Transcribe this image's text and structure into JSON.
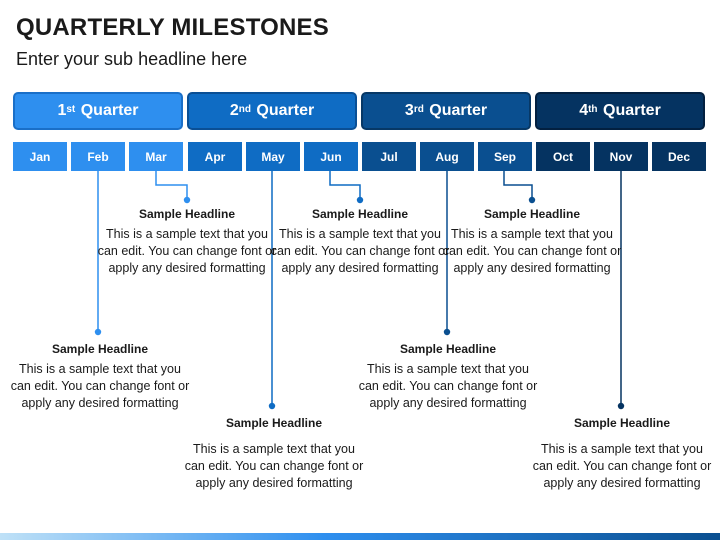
{
  "header": {
    "title": "QUARTERLY MILESTONES",
    "subtitle": "Enter your sub headline here"
  },
  "quarters": [
    {
      "num": "1",
      "sup": "st",
      "label": "Quarter"
    },
    {
      "num": "2",
      "sup": "nd",
      "label": "Quarter"
    },
    {
      "num": "3",
      "sup": "rd",
      "label": "Quarter"
    },
    {
      "num": "4",
      "sup": "th",
      "label": "Quarter"
    }
  ],
  "months": [
    "Jan",
    "Feb",
    "Mar",
    "Apr",
    "May",
    "Jun",
    "Jul",
    "Aug",
    "Sep",
    "Oct",
    "Nov",
    "Dec"
  ],
  "milestones": [
    {
      "month": "Feb",
      "headline": "Sample Headline",
      "text": "This is a sample text that you can edit. You can change font or apply any desired formatting"
    },
    {
      "month": "Mar",
      "headline": "Sample Headline",
      "text": "This is a sample text that you can edit. You can change font or apply any desired formatting"
    },
    {
      "month": "May",
      "headline": "Sample Headline",
      "text": "This is a sample text that you can edit. You can change font or apply any desired formatting"
    },
    {
      "month": "Jun",
      "headline": "Sample Headline",
      "text": "This is a sample text that you can edit. You can change font or apply any desired formatting"
    },
    {
      "month": "Aug",
      "headline": "Sample Headline",
      "text": "This is a sample text that you can edit. You can change font or apply any desired formatting"
    },
    {
      "month": "Sep",
      "headline": "Sample Headline",
      "text": "This is a sample text that you can edit. You can change font or apply any desired formatting"
    },
    {
      "month": "Nov",
      "headline": "Sample Headline",
      "text": "This is a sample text that you can edit. You can change font or apply any desired formatting"
    }
  ],
  "colors": {
    "q1": "#2e8fef",
    "q2": "#0f6cc4",
    "q3": "#0a4f90",
    "q4": "#053361"
  }
}
